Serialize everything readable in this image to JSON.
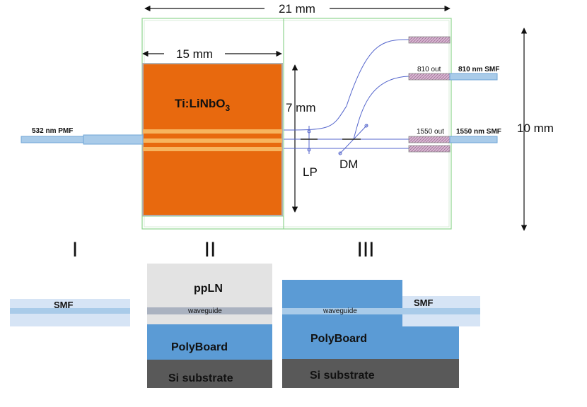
{
  "colors": {
    "chip_orange": "#e8690e",
    "waveguide_stripe": "#f7b45e",
    "fiber_blue": "#a9cbe9",
    "fiber_core": "#6fa6d6",
    "polyboard_blue": "#5b9bd5",
    "substrate_gray": "#595959",
    "ppln_gray": "#e3e3e3",
    "waveguide_gray": "#aab2c0",
    "outline_green": "#8fd48f",
    "waveguide_line": "#5566cc",
    "connector_pink": "#d5a6c8"
  },
  "top_view": {
    "dim_21mm": "21 mm",
    "dim_15mm": "15 mm",
    "dim_7mm": "7 mm",
    "dim_10mm": "10 mm",
    "chip_label_main": "Ti:LiNbO",
    "chip_label_sub": "3",
    "input_fiber_label": "532 nm PMF",
    "out_810_label": "810 out",
    "out_1550_label": "1550 out",
    "fiber_810_label": "810 nm SMF",
    "fiber_1550_label": "1550 nm SMF",
    "lp_label": "LP",
    "dm_label": "DM"
  },
  "sections": {
    "section_1": "I",
    "section_2": "II",
    "section_3": "III"
  },
  "cross_sections": {
    "s1_smf": "SMF",
    "s2_ppln": "ppLN",
    "s2_waveguide": "waveguide",
    "s2_polyboard": "PolyBoard",
    "s2_substrate": "Si substrate",
    "s3_waveguide": "waveguide",
    "s3_smf": "SMF",
    "s3_polyboard": "PolyBoard",
    "s3_substrate": "Si substrate"
  }
}
